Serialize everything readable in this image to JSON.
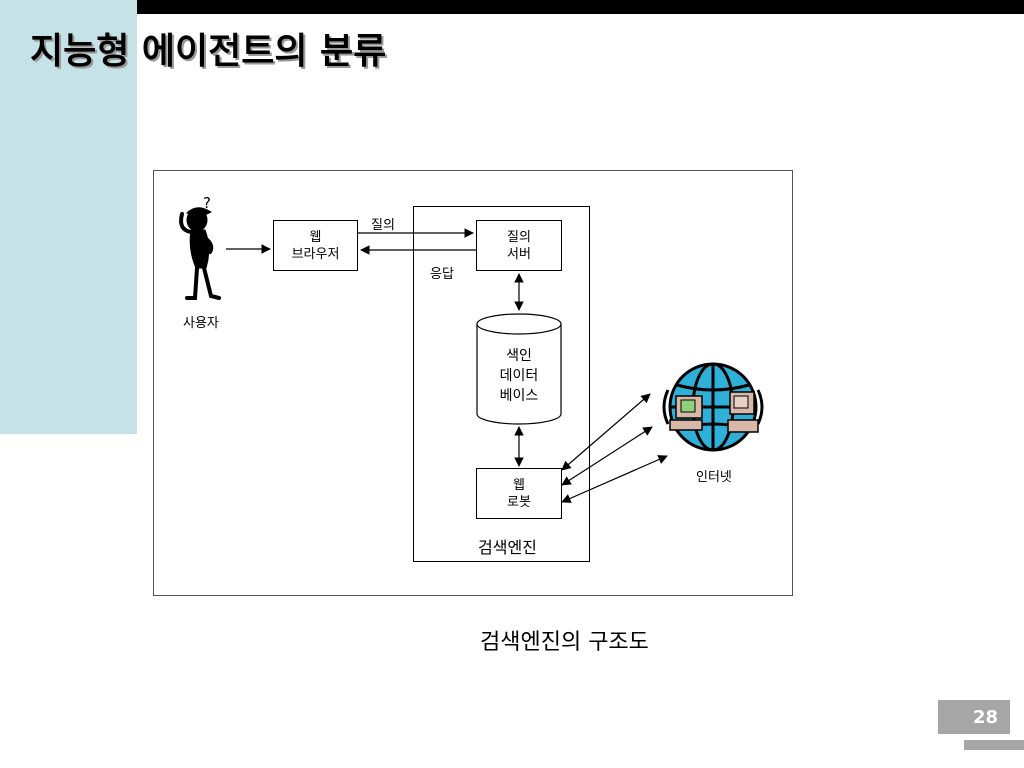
{
  "slide": {
    "title": "지능형 에이전트의 분류",
    "caption": "검색엔진의 구조도",
    "page_number": "28"
  },
  "diagram": {
    "user_label": "사용자",
    "browser_label": "웹\n브라우저",
    "query_server_label": "질의\n서버",
    "index_db_label": "색인\n데이터\n베이스",
    "web_robot_label": "웹\n로봇",
    "search_engine_label": "검색엔진",
    "internet_label": "인터넷",
    "query_arrow_label": "질의",
    "response_arrow_label": "응답",
    "question_mark": "?"
  },
  "colors": {
    "side_panel": "#c5e3e6",
    "globe": "#2fb0d8",
    "page_badge": "#a6a6a6"
  }
}
